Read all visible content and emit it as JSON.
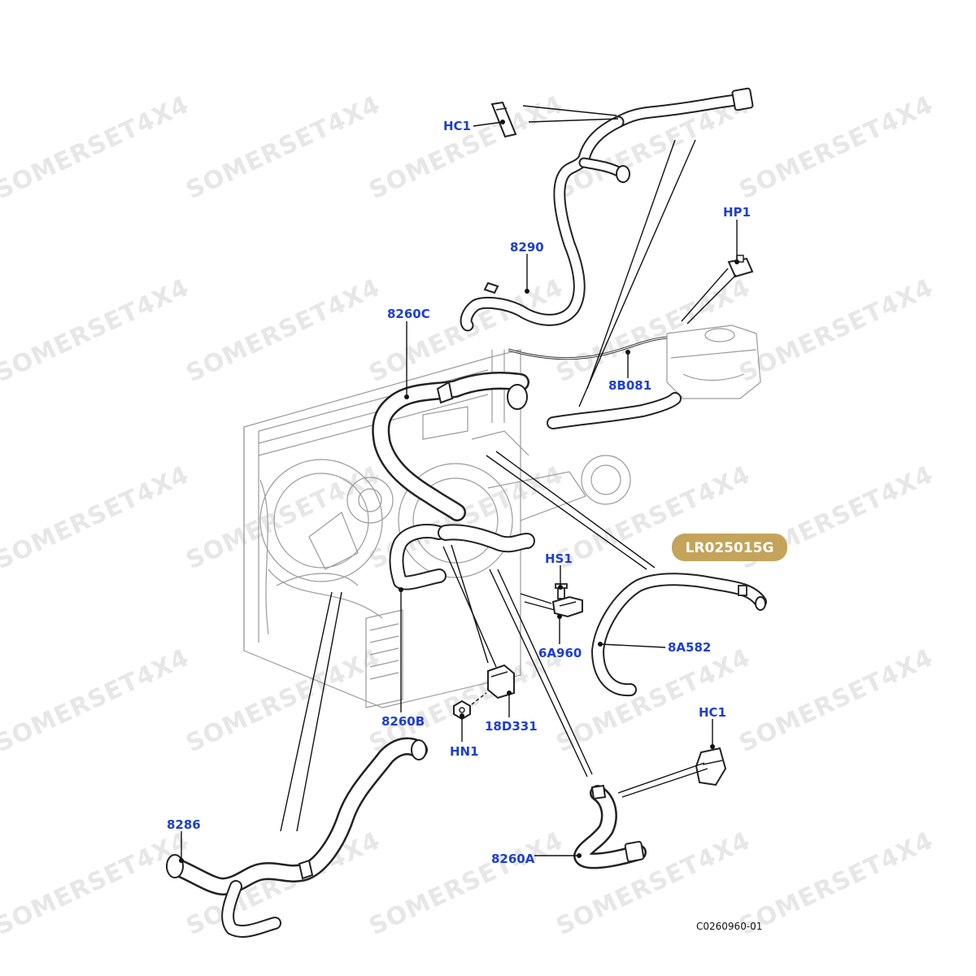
{
  "watermark": {
    "text": "SOMERSET4X4",
    "color": "#e7e7e7"
  },
  "badge": {
    "text": "LR025015G",
    "color": "#c4a35a"
  },
  "callout_color": "#1d3fcf",
  "callouts": {
    "hc1_top": "HC1",
    "hp1": "HP1",
    "c8290": "8290",
    "c8260c": "8260C",
    "c8b081": "8B081",
    "hs1": "HS1",
    "c6a960": "6A960",
    "c8a582": "8A582",
    "c8260b": "8260B",
    "c18d331": "18D331",
    "hn1": "HN1",
    "hc1_bottom": "HC1",
    "c8286": "8286",
    "c8260a": "8260A"
  },
  "drawing_ref": "C0260960-01"
}
